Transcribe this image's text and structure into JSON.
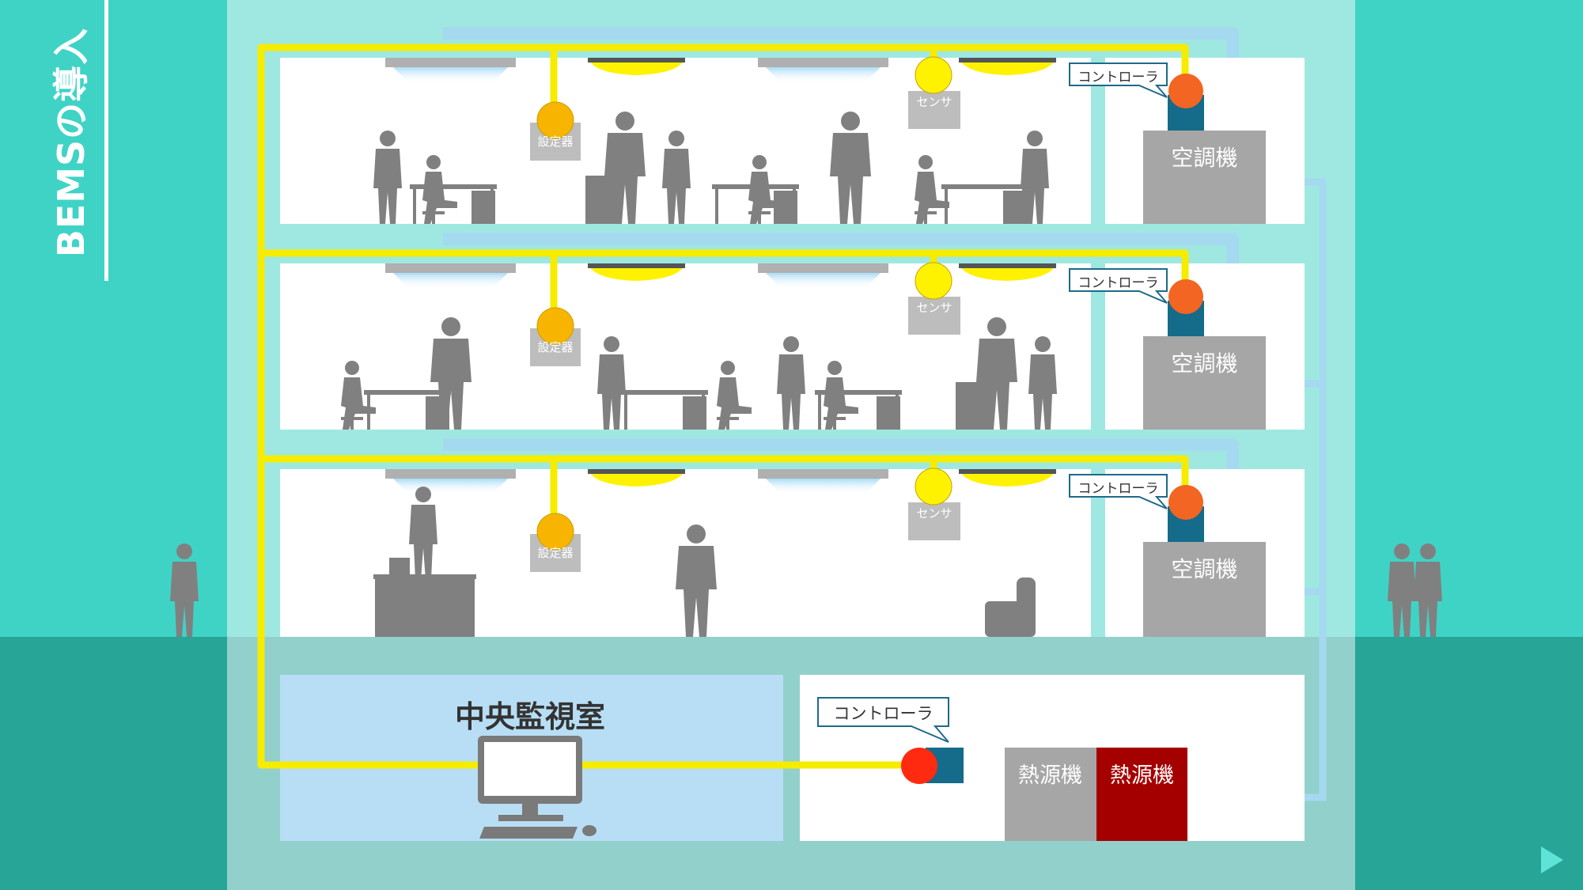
{
  "slide": {
    "title": "BEMSの導入",
    "colors": {
      "background": "#3fd3c6",
      "building": "#9fe8e1",
      "ground": "#27a597",
      "line_power": "#f5ec00",
      "duct": "#a5d9f0",
      "equipment": "#a6a6a6",
      "heat_source_active": "#a50000"
    }
  },
  "floors": [
    {
      "ac_label": "空調機",
      "controller_label": "コントローラ",
      "sensor_label": "センサ",
      "setter_label": "設定器"
    },
    {
      "ac_label": "空調機",
      "controller_label": "コントローラ",
      "sensor_label": "センサ",
      "setter_label": "設定器"
    },
    {
      "ac_label": "空調機",
      "controller_label": "コントローラ",
      "sensor_label": "センサ",
      "setter_label": "設定器"
    }
  ],
  "basement": {
    "central_room_label": "中央監視室",
    "controller_label": "コントローラ",
    "heat_source_1": "熱源機",
    "heat_source_2": "熱源機"
  },
  "icons": [
    "person-silhouette-icon",
    "desk-icon",
    "monitor-icon",
    "play-next-icon"
  ]
}
